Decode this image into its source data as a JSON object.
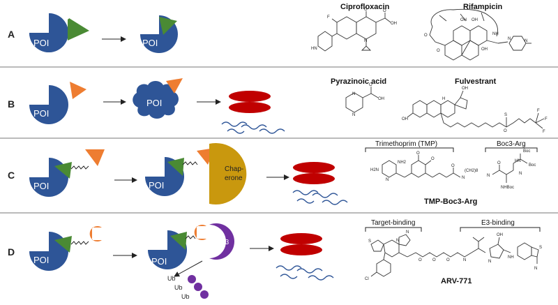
{
  "rows": [
    {
      "label": "A",
      "compounds": [
        "Ciprofloxacin",
        "Rifampicin"
      ]
    },
    {
      "label": "B",
      "compounds": [
        "Pyrazinoic acid",
        "Fulvestrant"
      ]
    },
    {
      "label": "C",
      "compounds": [
        "TMP-Boc3-Arg"
      ]
    },
    {
      "label": "D",
      "compounds": [
        "ARV-771"
      ]
    }
  ],
  "poi_label": "POI",
  "chaperone_label": [
    "Chap-",
    "erone"
  ],
  "e3_label": "E3",
  "ub_label": "Ub",
  "brackets": {
    "tmp": "Trimethoprim (TMP)",
    "bocarg": "Boc3-Arg",
    "target": "Target-binding",
    "e3binding": "E3-binding"
  },
  "linker_text": "(CH2)8",
  "atom_labels": {
    "F": "F",
    "O": "O",
    "OH": "OH",
    "N": "N",
    "NH": "NH",
    "HN": "HN",
    "H2N": "H2N",
    "NH2": "NH2",
    "Boc": "Boc",
    "NHBoc": "NHBoc",
    "H": "H",
    "Cl": "Cl",
    "S": "S",
    "CF": "F"
  },
  "colors": {
    "poi": "#2e5597",
    "ligand_green": "#4a8a34",
    "ligand_orange": "#ee7d31",
    "degraded_red": "#c00000",
    "chaperone": "#c9980e",
    "e3": "#7030a0",
    "ubiquitin": "#7030a0",
    "peptide": "#2e5597"
  }
}
